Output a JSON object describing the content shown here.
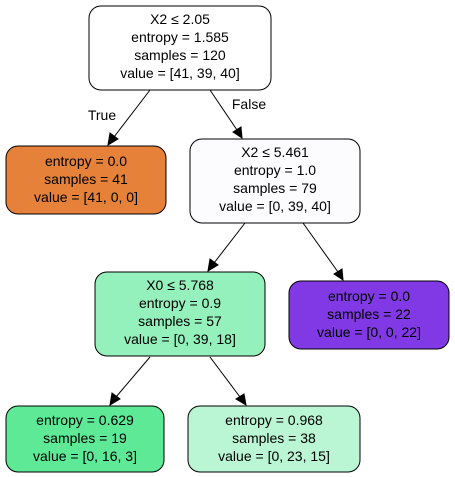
{
  "tree": {
    "nodes": [
      {
        "id": "n0",
        "lines": [
          "X2 ≤ 2.05",
          "entropy = 1.585",
          "samples = 120",
          "value = [41, 39, 40]"
        ],
        "fill": "#ffffff"
      },
      {
        "id": "n1",
        "lines": [
          "entropy = 0.0",
          "samples = 41",
          "value = [41, 0, 0]"
        ],
        "fill": "#e58139"
      },
      {
        "id": "n2",
        "lines": [
          "X2 ≤ 5.461",
          "entropy = 1.0",
          "samples = 79",
          "value = [0, 39, 40]"
        ],
        "fill": "#fcfbfe"
      },
      {
        "id": "n3",
        "lines": [
          "X0 ≤ 5.768",
          "entropy = 0.9",
          "samples = 57",
          "value = [0, 39, 18]"
        ],
        "fill": "#94f1bc"
      },
      {
        "id": "n4",
        "lines": [
          "entropy = 0.0",
          "samples = 22",
          "value = [0, 0, 22]"
        ],
        "fill": "#8139e5"
      },
      {
        "id": "n5",
        "lines": [
          "entropy = 0.629",
          "samples = 19",
          "value = [0, 16, 3]"
        ],
        "fill": "#5ee996"
      },
      {
        "id": "n6",
        "lines": [
          "entropy = 0.968",
          "samples = 38",
          "value = [0, 23, 15]"
        ],
        "fill": "#baf6d3"
      }
    ],
    "edges": [
      {
        "from": "n0",
        "to": "n1",
        "label": "True"
      },
      {
        "from": "n0",
        "to": "n2",
        "label": "False"
      },
      {
        "from": "n2",
        "to": "n3",
        "label": ""
      },
      {
        "from": "n2",
        "to": "n4",
        "label": ""
      },
      {
        "from": "n3",
        "to": "n5",
        "label": ""
      },
      {
        "from": "n3",
        "to": "n6",
        "label": ""
      }
    ]
  }
}
